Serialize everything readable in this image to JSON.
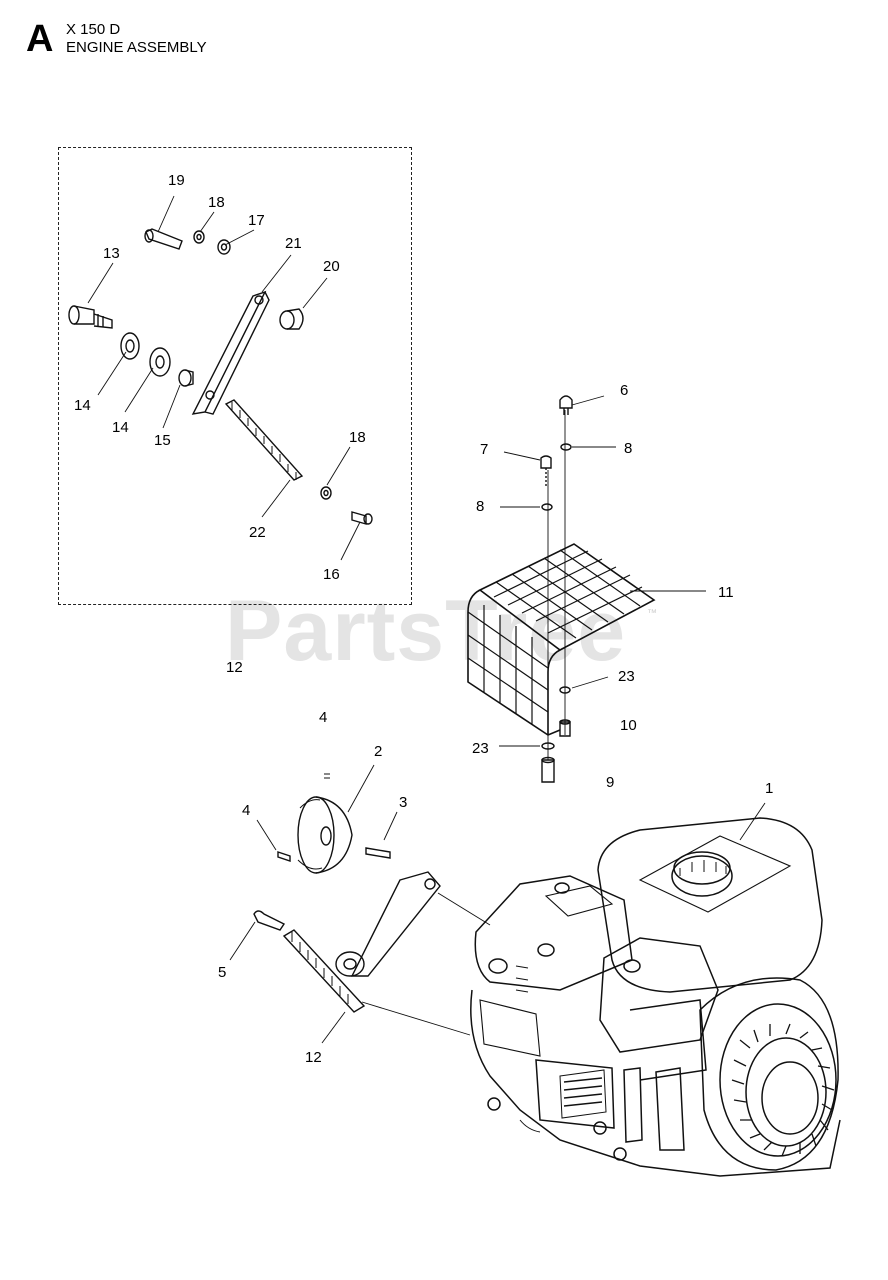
{
  "header": {
    "letter": "A",
    "model": "X 150 D",
    "title": "ENGINE ASSEMBLY"
  },
  "watermark": {
    "text": "PartsTree",
    "tm": "™"
  },
  "callouts": {
    "c19": "19",
    "c18a": "18",
    "c17": "17",
    "c21": "21",
    "c20": "20",
    "c13": "13",
    "c14a": "14",
    "c14b": "14",
    "c15": "15",
    "c18b": "18",
    "c22": "22",
    "c16": "16",
    "c6": "6",
    "c7": "7",
    "c8a": "8",
    "c8b": "8",
    "c11": "11",
    "c23a": "23",
    "c10": "10",
    "c23b": "23",
    "c9": "9",
    "c12a": "12",
    "c4a": "4",
    "c2": "2",
    "c4b": "4",
    "c3": "3",
    "c1": "1",
    "c5": "5",
    "c12b": "12"
  }
}
